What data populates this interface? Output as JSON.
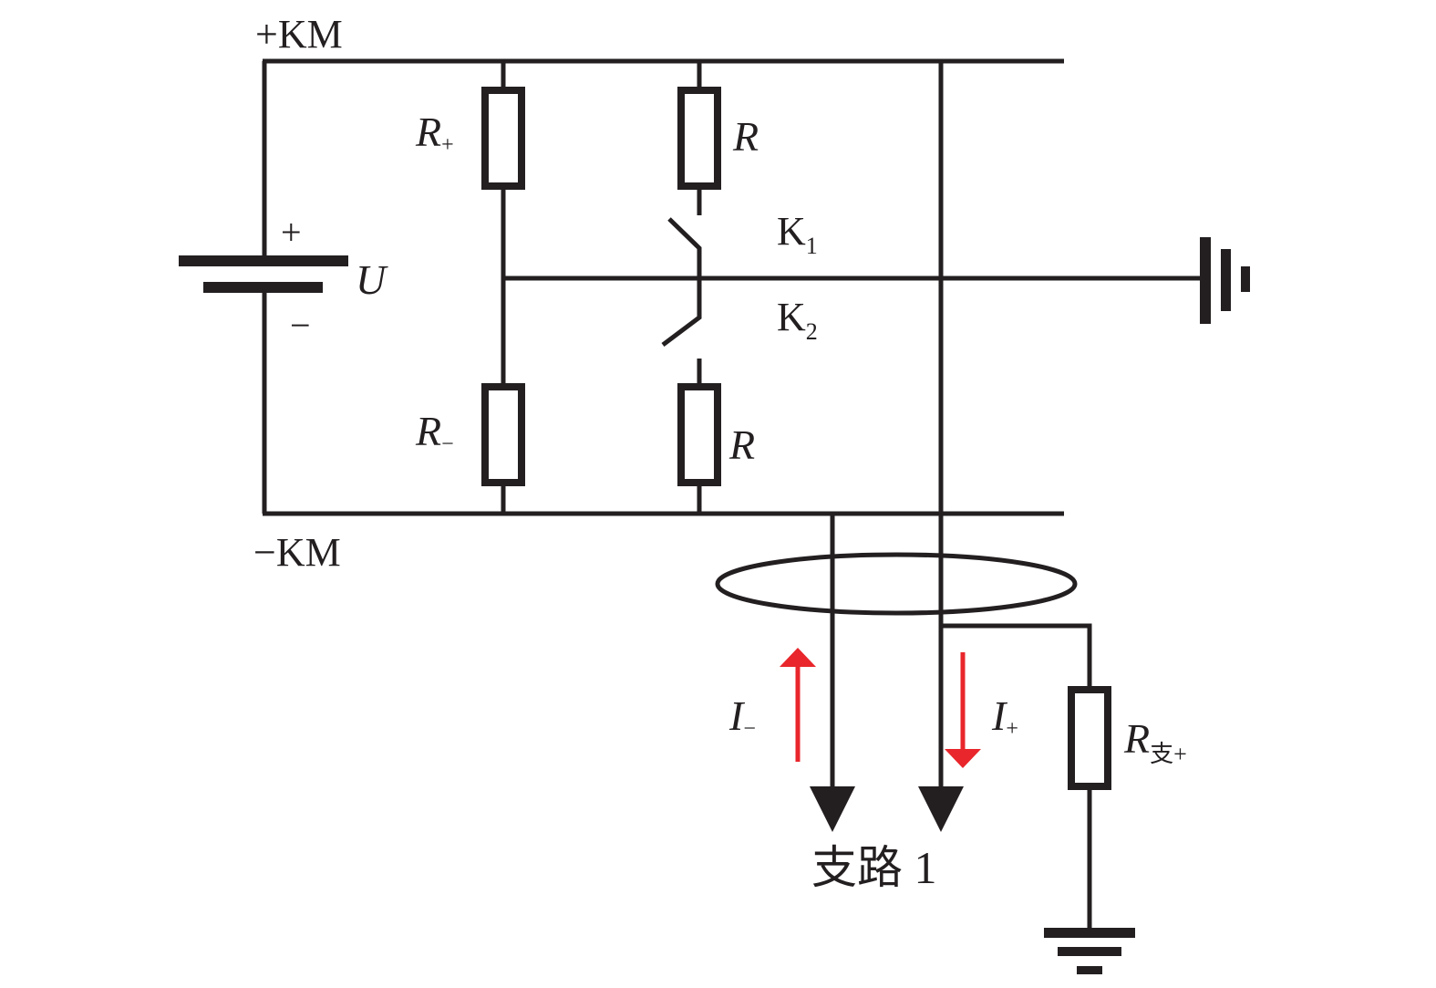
{
  "labels": {
    "plus_km": "+KM",
    "minus_km": "−KM",
    "battery_plus": "+",
    "battery_minus": "−",
    "battery_u": "U",
    "r_plus_main": "R",
    "r_plus_sub": "+",
    "r_minus_main": "R",
    "r_minus_sub": "−",
    "r_top": "R",
    "r_bottom": "R",
    "k1_main": "K",
    "k1_sub": "1",
    "k2_main": "K",
    "k2_sub": "2",
    "i_minus_main": "I",
    "i_minus_sub": "−",
    "i_plus_main": "I",
    "i_plus_sub": "+",
    "r_branch_main": "R",
    "r_branch_sub": "支+",
    "branch_label": "支路 1"
  },
  "colors": {
    "wire": "#231f20",
    "current_arrow": "#e8262b"
  }
}
